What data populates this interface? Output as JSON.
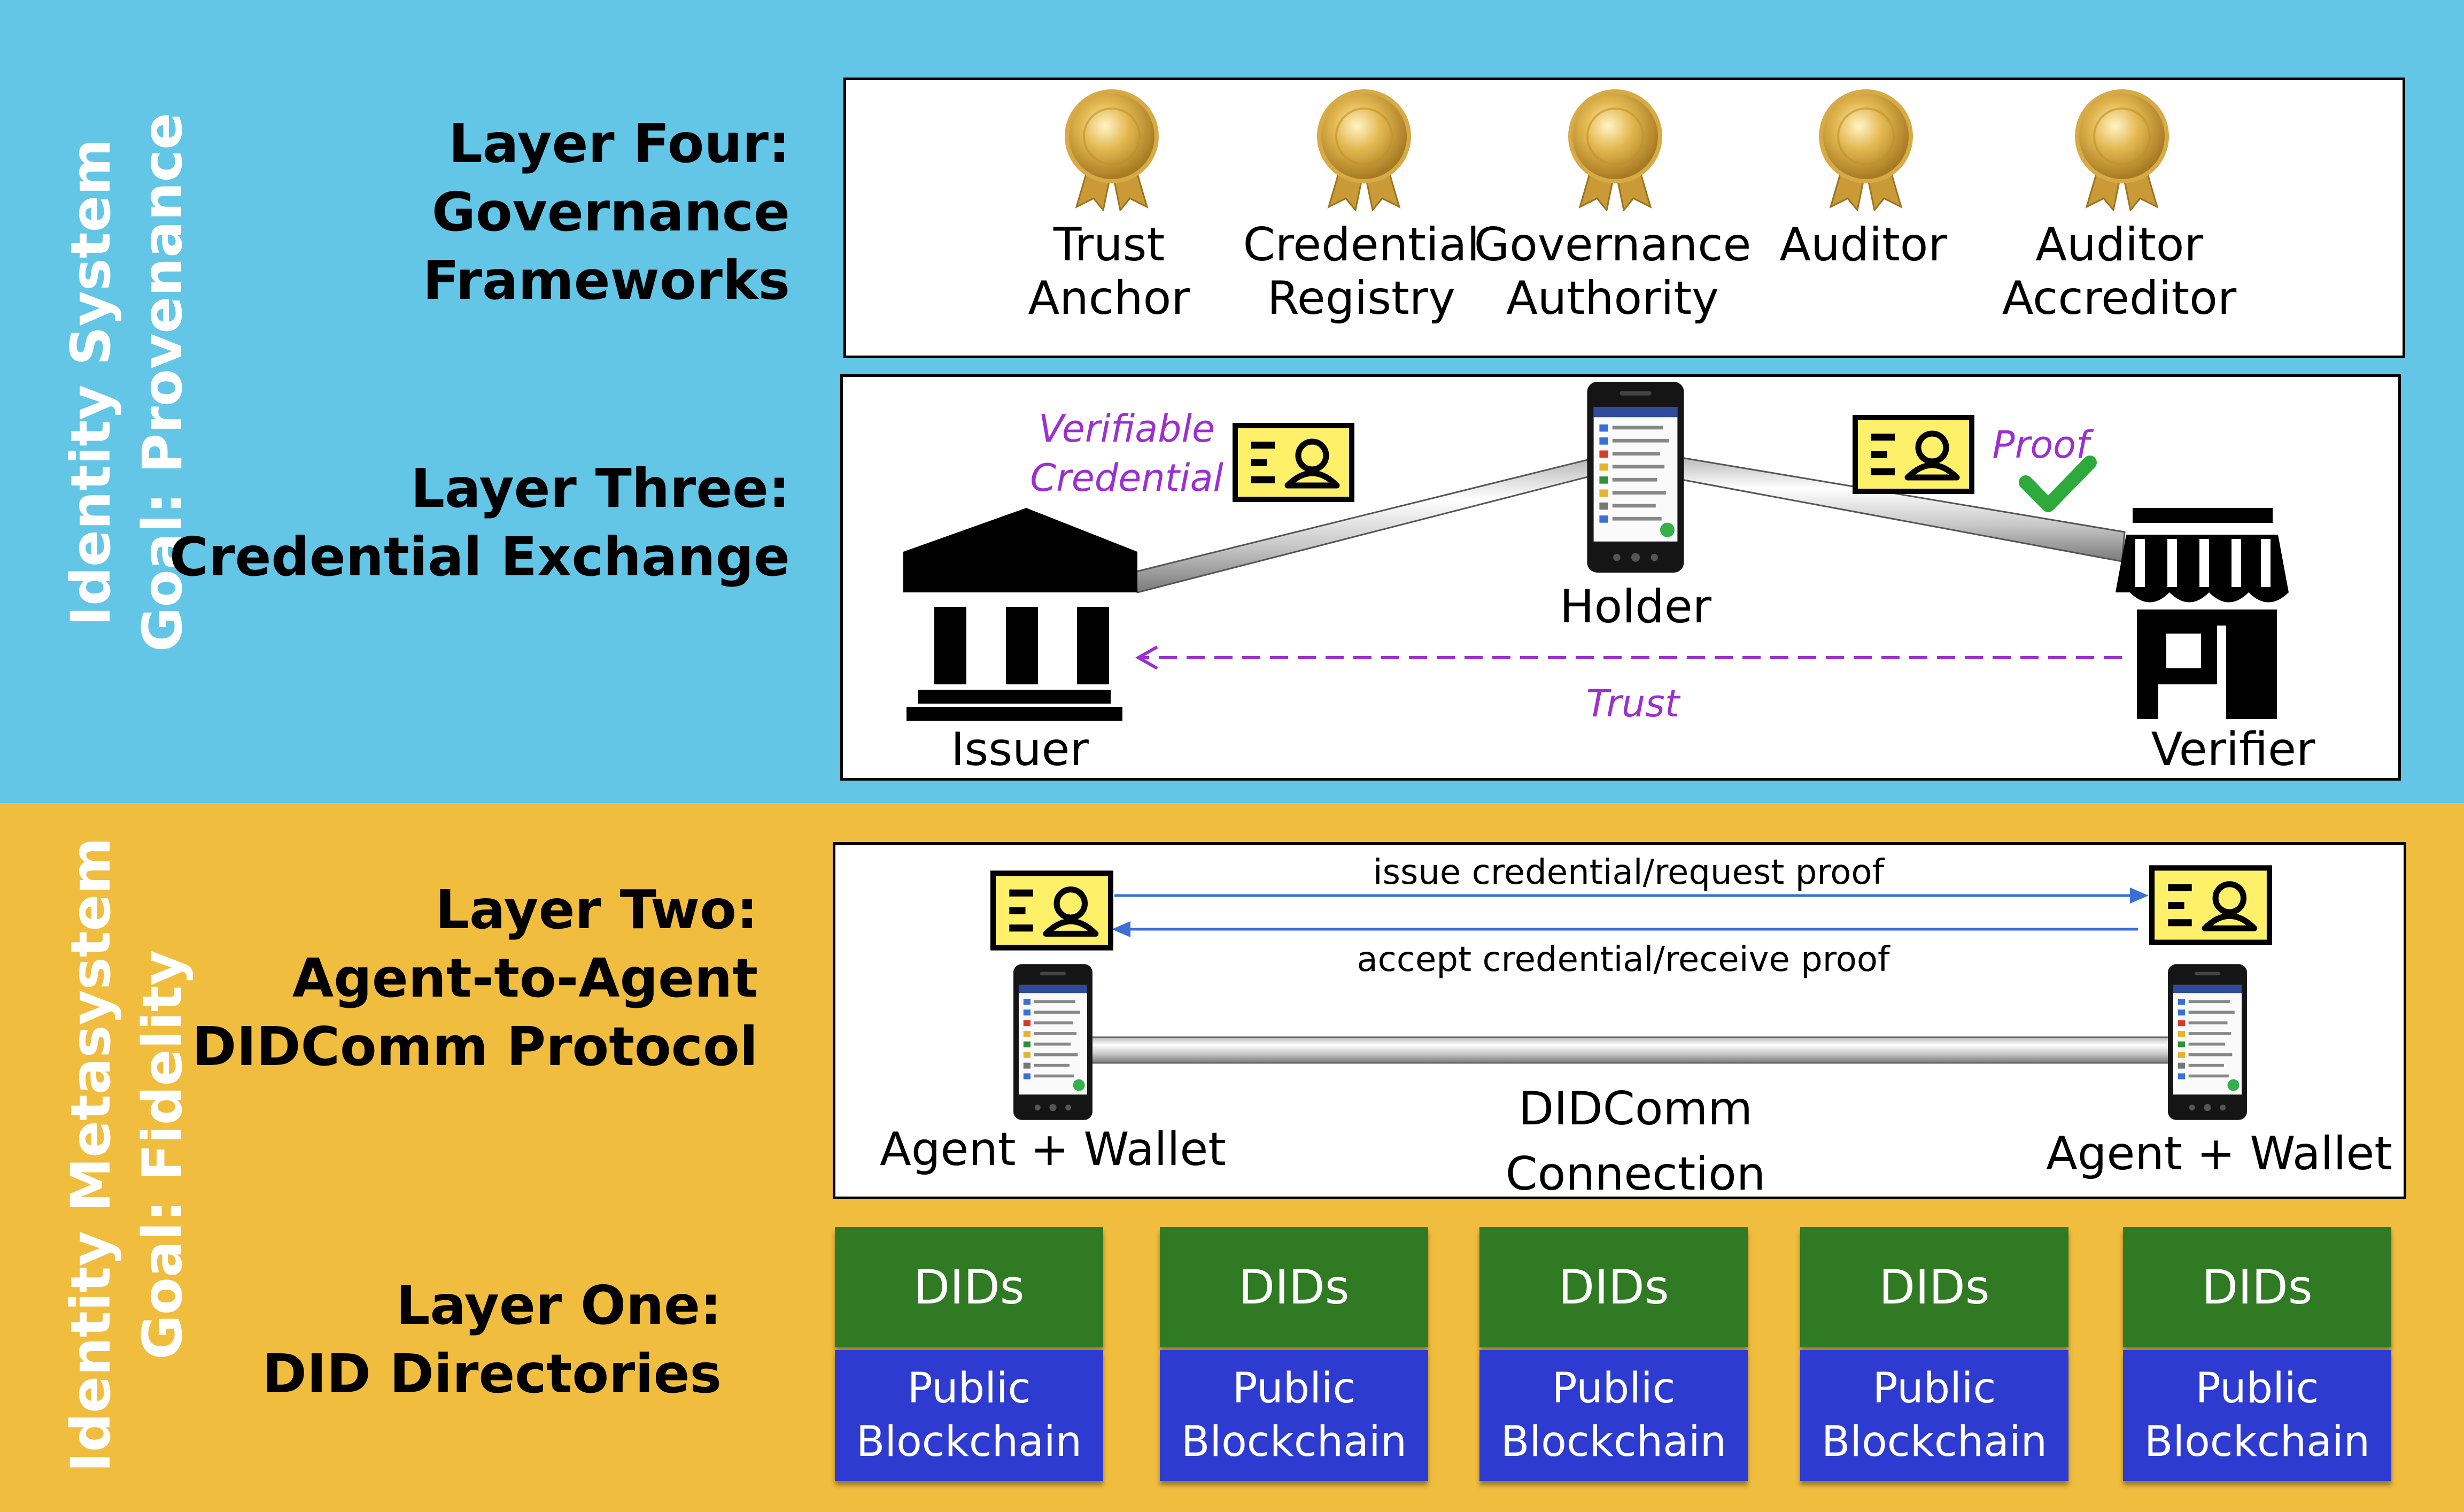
{
  "colors": {
    "top_band": "#63c6e6",
    "bottom_band": "#f0bd3e",
    "purple": "#9b30d0",
    "arrow_blue": "#3b6fd8",
    "dids_green": "#2f7a23",
    "blockchain_blue": "#2e3bd1"
  },
  "side_labels": {
    "top": [
      "Identity System",
      "Goal: Provenance"
    ],
    "bottom": [
      "Identity Metasystem",
      "Goal: Fidelity"
    ]
  },
  "layers": {
    "four": {
      "title": [
        "Layer Four:",
        "Governance",
        "Frameworks"
      ],
      "roles": [
        [
          "Trust",
          "Anchor"
        ],
        [
          "Credential",
          "Registry"
        ],
        [
          "Governance",
          "Authority"
        ],
        [
          "Auditor"
        ],
        [
          "Auditor",
          "Accreditor"
        ]
      ],
      "icon": "award-medal-icon"
    },
    "three": {
      "title": [
        "Layer Three:",
        "Credential Exchange"
      ],
      "issuer": "Issuer",
      "holder": "Holder",
      "verifier": "Verifier",
      "verifiable_credential": [
        "Verifiable",
        "Credential"
      ],
      "proof": "Proof",
      "trust": "Trust",
      "icons": [
        "bank-building-icon",
        "smartphone-icon",
        "storefront-icon",
        "id-card-icon",
        "checkmark-icon"
      ]
    },
    "two": {
      "title": [
        "Layer Two:",
        "Agent-to-Agent",
        "DIDComm Protocol"
      ],
      "top_arrow_label": "issue credential/request proof",
      "bottom_arrow_label": "accept credential/receive proof",
      "connection": [
        "DIDComm",
        "Connection"
      ],
      "left_agent": "Agent + Wallet",
      "right_agent": "Agent + Wallet"
    },
    "one": {
      "title": [
        "Layer One:",
        "DID Directories"
      ],
      "stacks": [
        {
          "top": "DIDs",
          "bottom": [
            "Public",
            "Blockchain"
          ]
        },
        {
          "top": "DIDs",
          "bottom": [
            "Public",
            "Blockchain"
          ]
        },
        {
          "top": "DIDs",
          "bottom": [
            "Public",
            "Blockchain"
          ]
        },
        {
          "top": "DIDs",
          "bottom": [
            "Public",
            "Blockchain"
          ]
        },
        {
          "top": "DIDs",
          "bottom": [
            "Public",
            "Blockchain"
          ]
        }
      ]
    }
  }
}
